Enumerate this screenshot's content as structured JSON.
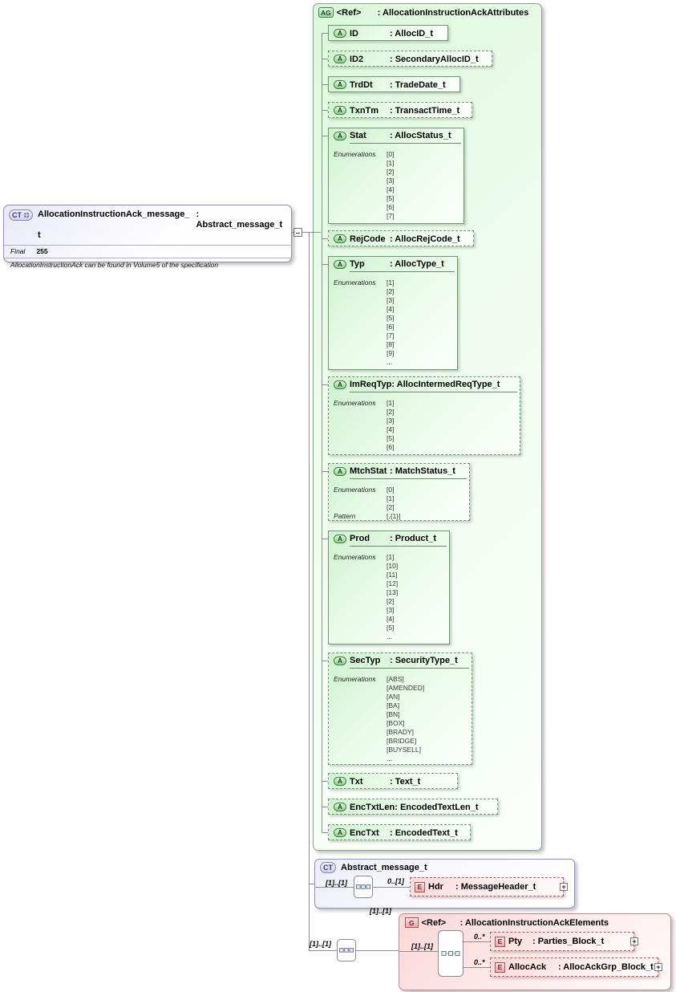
{
  "root": {
    "badge": "CT",
    "name_line1": "AllocationInstructionAck_message_",
    "type_line1": ": Abstract_message_t",
    "name_line2": "t",
    "final_label": "Final",
    "final_value": "255",
    "annotation": "AllocationInstructionAck can be found in Volume5 of the specification"
  },
  "attribute_group": {
    "badge": "AG",
    "name": "<Ref>",
    "type": ": AllocationInstructionAckAttributes",
    "enumerations_label": "Enumerations",
    "pattern_label": "Pattern",
    "attributes": [
      {
        "badge": "A",
        "name": "ID",
        "type": ": AllocID_t"
      },
      {
        "badge": "A",
        "name": "ID2",
        "type": ": SecondaryAllocID_t"
      },
      {
        "badge": "A",
        "name": "TrdDt",
        "type": ": TradeDate_t"
      },
      {
        "badge": "A",
        "name": "TxnTm",
        "type": ": TransactTime_t"
      },
      {
        "badge": "A",
        "name": "Stat",
        "type": ": AllocStatus_t",
        "enums": [
          "[0]",
          "[1]",
          "[2]",
          "[3]",
          "[4]",
          "[5]",
          "[6]",
          "[7]"
        ]
      },
      {
        "badge": "A",
        "name": "RejCode",
        "type": ": AllocRejCode_t"
      },
      {
        "badge": "A",
        "name": "Typ",
        "type": ": AllocType_t",
        "enums": [
          "[1]",
          "[2]",
          "[3]",
          "[4]",
          "[5]",
          "[6]",
          "[7]",
          "[8]",
          "[9]",
          "..."
        ]
      },
      {
        "badge": "A",
        "name": "ImReqTyp",
        "type": ": AllocIntermedReqType_t",
        "enums": [
          "[1]",
          "[2]",
          "[3]",
          "[4]",
          "[5]",
          "[6]"
        ]
      },
      {
        "badge": "A",
        "name": "MtchStat",
        "type": ": MatchStatus_t",
        "enums": [
          "[0]",
          "[1]",
          "[2]"
        ],
        "pattern": "[.{1}]"
      },
      {
        "badge": "A",
        "name": "Prod",
        "type": ": Product_t",
        "enums": [
          "[1]",
          "[10]",
          "[11]",
          "[12]",
          "[13]",
          "[2]",
          "[3]",
          "[4]",
          "[5]",
          "..."
        ]
      },
      {
        "badge": "A",
        "name": "SecTyp",
        "type": ": SecurityType_t",
        "enums": [
          "[ABS]",
          "[AMENDED]",
          "[AN]",
          "[BA]",
          "[BN]",
          "[BOX]",
          "[BRADY]",
          "[BRIDGE]",
          "[BUYSELL]",
          "..."
        ]
      },
      {
        "badge": "A",
        "name": "Txt",
        "type": ": Text_t"
      },
      {
        "badge": "A",
        "name": "EncTxtLen",
        "type": ": EncodedTextLen_t"
      },
      {
        "badge": "A",
        "name": "EncTxt",
        "type": ": EncodedText_t"
      }
    ]
  },
  "base_type": {
    "badge": "CT",
    "name": "Abstract_message_t",
    "model_occurrence": "[1]..[1]",
    "hdr": {
      "badge": "E",
      "occurrence": "0..[1]",
      "name": "Hdr",
      "type": ": MessageHeader_t",
      "expand": "+"
    }
  },
  "elements_group": {
    "badge": "G",
    "name": "<Ref>",
    "type": ": AllocationInstructionAckElements",
    "outer_occurrence": "[1]..[1]",
    "ref_occurrence": "[1]..[1]",
    "model_occurrence": "[1]..[1]",
    "pty": {
      "badge": "E",
      "occurrence": "0..*",
      "name": "Pty",
      "type": ": Parties_Block_t",
      "expand": "+"
    },
    "allocack": {
      "badge": "E",
      "occurrence": "0..*",
      "name": "AllocAck",
      "type": ": AllocAckGrp_Block_t",
      "expand": "+"
    }
  }
}
